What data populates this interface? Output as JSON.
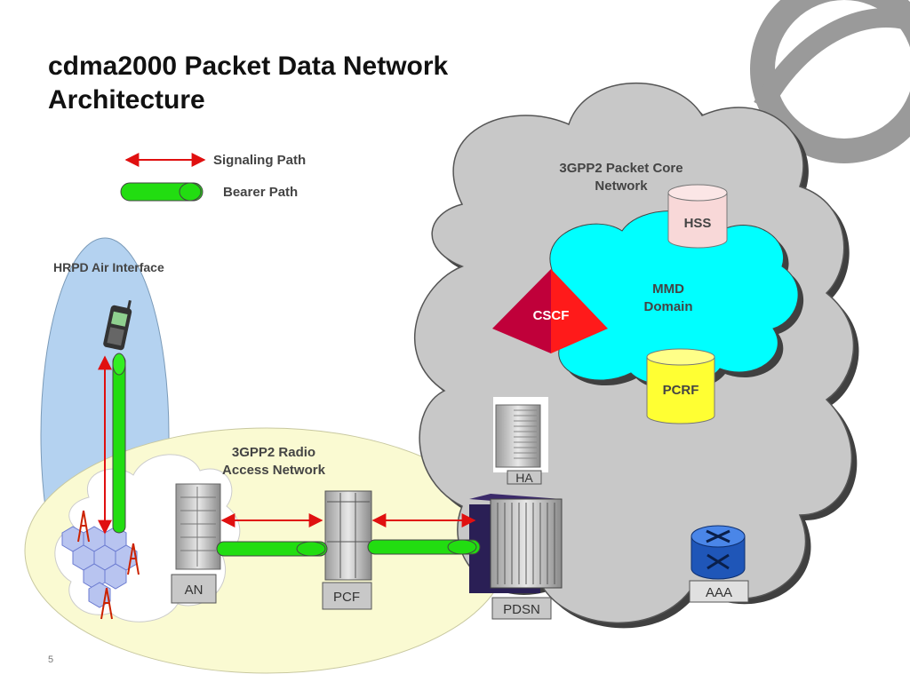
{
  "slide": {
    "title_line1": "cdma2000 Packet Data Network",
    "title_line2": "Architecture",
    "page_number": "5"
  },
  "legend": {
    "signaling_label": "Signaling Path",
    "bearer_label": "Bearer Path"
  },
  "regions": {
    "air_interface": "HRPD Air Interface",
    "ran_line1": "3GPP2 Radio",
    "ran_line2": "Access Network",
    "core_line1": "3GPP2 Packet Core",
    "core_line2": "Network",
    "mmd_line1": "MMD",
    "mmd_line2": "Domain"
  },
  "nodes": {
    "hss": "HSS",
    "cscf": "CSCF",
    "pcrf": "PCRF",
    "ha": "HA",
    "an": "AN",
    "pcf": "PCF",
    "pdsn": "PDSN",
    "aaa": "AAA"
  },
  "colors": {
    "signaling": "#e01010",
    "bearer": "#22dd11",
    "core_cloud": "#c8c8c8",
    "mmd_cloud": "#00ffff",
    "air_oval": "#b4d2f0",
    "ran_oval": "#fafad2",
    "pcrf_cylinder": "#ffff33",
    "hss_cylinder": "#f8d8d8",
    "cscf_pyramid": "#e0004a"
  }
}
